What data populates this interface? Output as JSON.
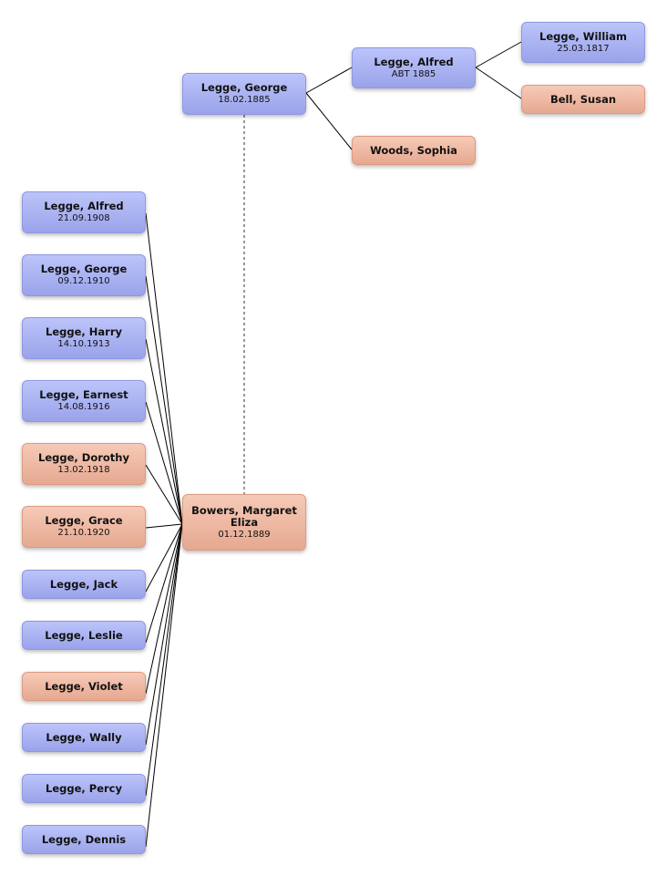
{
  "colors": {
    "male": "#a8b0f2",
    "female": "#eeb8a2",
    "line": "#000000"
  },
  "father": {
    "name": "Legge, George",
    "date": "18.02.1885"
  },
  "grandfather": {
    "name": "Legge, Alfred",
    "date": "ABT 1885"
  },
  "grandmother": {
    "name": "Woods, Sophia"
  },
  "great_grandfather": {
    "name": "Legge, William",
    "date": "25.03.1817"
  },
  "great_grandmother": {
    "name": "Bell, Susan"
  },
  "mother": {
    "name": "Bowers, Margaret Eliza",
    "date": "01.12.1889"
  },
  "children": [
    {
      "name": "Legge, Alfred",
      "date": "21.09.1908",
      "sex": "male"
    },
    {
      "name": "Legge, George",
      "date": "09.12.1910",
      "sex": "male"
    },
    {
      "name": "Legge, Harry",
      "date": "14.10.1913",
      "sex": "male"
    },
    {
      "name": "Legge, Earnest",
      "date": "14.08.1916",
      "sex": "male"
    },
    {
      "name": "Legge, Dorothy",
      "date": "13.02.1918",
      "sex": "female"
    },
    {
      "name": "Legge, Grace",
      "date": "21.10.1920",
      "sex": "female"
    },
    {
      "name": "Legge, Jack",
      "date": "",
      "sex": "male"
    },
    {
      "name": "Legge, Leslie",
      "date": "",
      "sex": "male"
    },
    {
      "name": "Legge, Violet",
      "date": "",
      "sex": "female"
    },
    {
      "name": "Legge, Wally",
      "date": "",
      "sex": "male"
    },
    {
      "name": "Legge, Percy",
      "date": "",
      "sex": "male"
    },
    {
      "name": "Legge, Dennis",
      "date": "",
      "sex": "male"
    }
  ]
}
